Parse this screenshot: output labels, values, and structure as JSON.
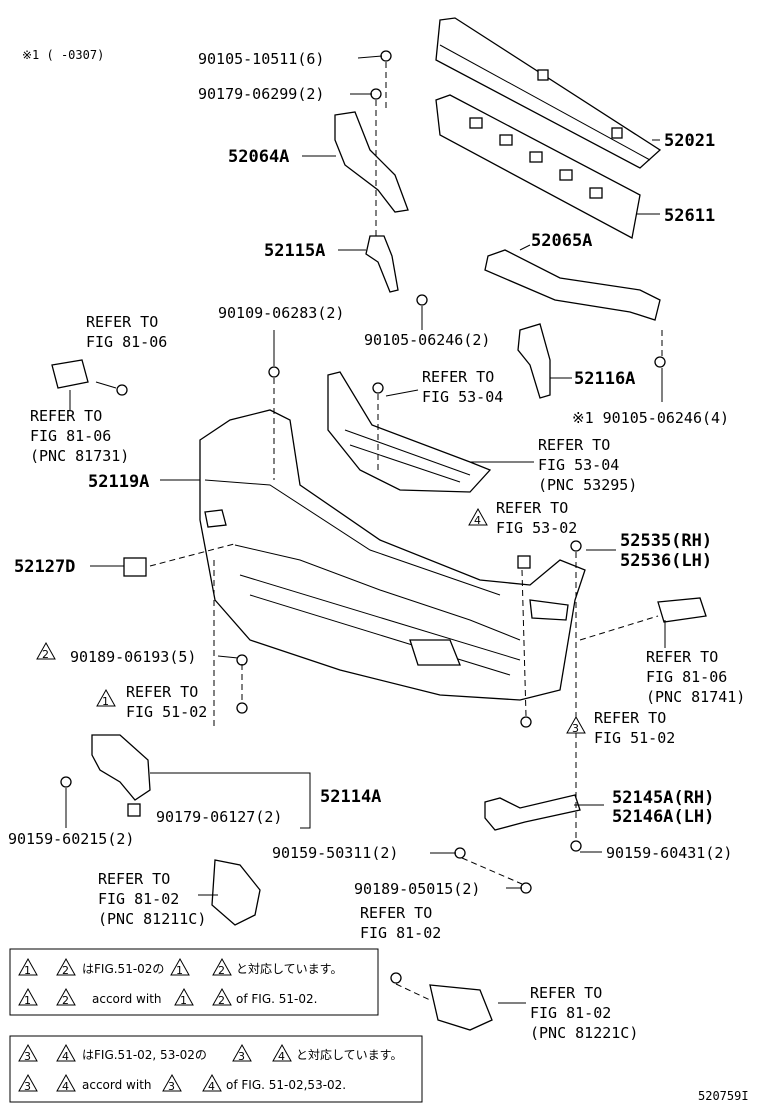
{
  "header_note": "※1 (     -0307)",
  "figure_code": "520759I",
  "labels": {
    "l1": "90105-10511(6)",
    "l2": "90179-06299(2)",
    "l3": "52064A",
    "l4": "52021",
    "l5": "52611",
    "l6": "52065A",
    "l7": "52115A",
    "l8": "90109-06283(2)",
    "l9": "90105-06246(2)",
    "l10": "52116A",
    "l11": "※1 90105-06246(4)",
    "l12": "52119A",
    "l13": "52127D",
    "l14": "52535(RH)",
    "l15": "52536(LH)",
    "l16": "90189-06193(5)",
    "l17": "52114A",
    "l18": "90159-60215(2)",
    "l19": "90179-06127(2)",
    "l20": "52145A(RH)",
    "l21": "52146A(LH)",
    "l22": "90159-50311(2)",
    "l23": "90159-60431(2)",
    "l24": "90189-05015(2)"
  },
  "refers": {
    "r1a": "REFER TO",
    "r1b": "FIG 81-06",
    "r2a": "REFER TO",
    "r2b": "FIG 81-06",
    "r2c": "(PNC 81731)",
    "r3a": "REFER TO",
    "r3b": "FIG 53-04",
    "r4a": "REFER TO",
    "r4b": "FIG 53-04",
    "r4c": "(PNC 53295)",
    "r5a": "REFER TO",
    "r5b": "FIG 53-02",
    "r6a": "REFER TO",
    "r6b": "FIG 51-02",
    "r7a": "REFER TO",
    "r7b": "FIG 81-06",
    "r7c": "(PNC 81741)",
    "r8a": "REFER TO",
    "r8b": "FIG 51-02",
    "r9a": "REFER TO",
    "r9b": "FIG 81-02",
    "r9c": "(PNC 81211C)",
    "r10a": "REFER TO",
    "r10b": "FIG 81-02",
    "r11a": "REFER TO",
    "r11b": "FIG 81-02",
    "r11c": "(PNC 81221C)"
  },
  "triangles": {
    "t1": "1",
    "t2": "2",
    "t3": "3",
    "t4": "4"
  },
  "notes": {
    "n1_jp": "はFIG.51-02の",
    "n1_jp2": "と対応しています。",
    "n1_en": "accord with",
    "n1_en2": "of FIG. 51-02.",
    "n2_jp": "はFIG.51-02, 53-02の",
    "n2_jp2": "と対応しています。",
    "n2_en": "accord with",
    "n2_en2": "of FIG. 51-02,53-02."
  }
}
